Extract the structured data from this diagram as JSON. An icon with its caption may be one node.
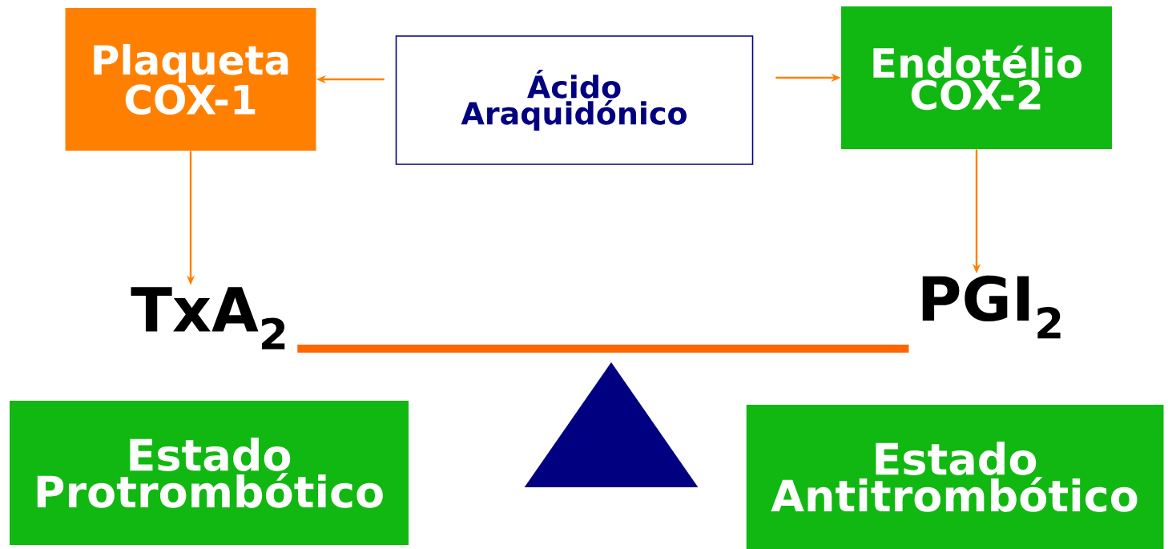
{
  "diagram": {
    "nodes": [
      {
        "text": [
          "Plaqueta COX-1"
        ]
      },
      {
        "text": [
          "Ácido Araquidónico"
        ]
      },
      {
        "text": [
          "Endotélio COX-2"
        ]
      },
      {
        "text": [
          "TxA$_{2}$"
        ]
      },
      {
        "text": [
          "PGI$_{2}$"
        ]
      },
      {
        "text": [
          "Estado Protrombótico"
        ]
      },
      {
        "text": [
          "Estado Antitrombótico"
        ]
      },
      {
        "text": [],
        "shape": "triangle"
      }
    ],
    "edges": [
      {
        "from": 1,
        "to": 0,
        "arrow": "to"
      },
      {
        "from": 1,
        "to": 2,
        "arrow": "to"
      },
      {
        "from": 0,
        "to": 3,
        "arrow": "to"
      },
      {
        "from": 2,
        "to": 4,
        "arrow": "to"
      },
      {
        "from": 3,
        "to": 4,
        "arrow": "none",
        "style": "thick",
        "color": "#ff6600"
      }
    ]
  }
}
